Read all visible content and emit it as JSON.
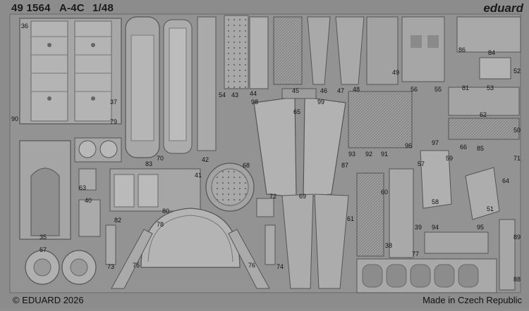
{
  "header": {
    "set_number": "49 1564",
    "model": "A-4C",
    "scale": "1/48",
    "brand": "eduard"
  },
  "footer": {
    "copyright": "© EDUARD 2026",
    "origin": "Made in Czech Republic"
  },
  "part_numbers": [
    "36",
    "37",
    "90",
    "79",
    "83",
    "70",
    "42",
    "54",
    "43",
    "44",
    "45",
    "46",
    "47",
    "48",
    "49",
    "56",
    "55",
    "86",
    "84",
    "52",
    "53",
    "81",
    "62",
    "50",
    "98",
    "65",
    "99",
    "66",
    "85",
    "59",
    "71",
    "87",
    "93",
    "92",
    "91",
    "96",
    "97",
    "57",
    "63",
    "41",
    "68",
    "72",
    "40",
    "80",
    "82",
    "78",
    "35",
    "67",
    "73",
    "75",
    "76",
    "74",
    "69",
    "61",
    "60",
    "39",
    "38",
    "58",
    "51",
    "64",
    "94",
    "95",
    "77",
    "89",
    "88"
  ]
}
